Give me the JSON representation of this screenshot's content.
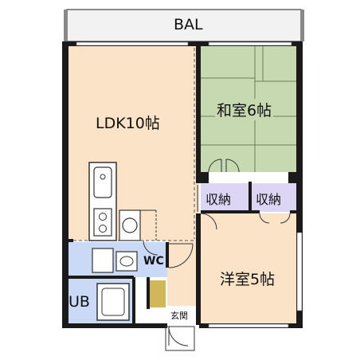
{
  "rooms": {
    "balcony": "BAL",
    "ldk": "LDK10帖",
    "washitsu": "和室6帖",
    "closet_left": "収納",
    "closet_right": "収納",
    "wc": "WC",
    "ub": "UB",
    "yoshitsu": "洋室5帖",
    "genkan": "玄関"
  },
  "colors": {
    "wall": "#1a1a1a",
    "ldk_floor": "#fbe3c8",
    "tatami": "#c7d9b0",
    "closet": "#dcd6f4",
    "wet_area": "#c9d9f6",
    "genkan_tile": "#d2b65a"
  }
}
